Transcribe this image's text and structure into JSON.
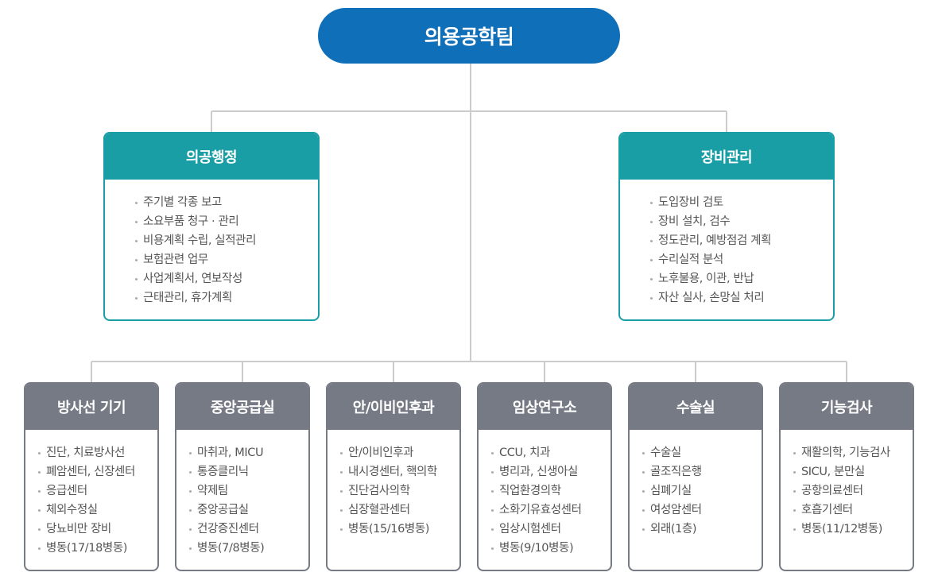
{
  "root": {
    "label": "의용공학팀"
  },
  "mid_units": [
    {
      "title": "의공행정",
      "items": [
        "주기별 각종 보고",
        "소요부품 청구 · 관리",
        "비용계획 수립, 실적관리",
        "보험관련 업무",
        "사업계획서, 연보작성",
        "근태관리, 휴가계획"
      ]
    },
    {
      "title": "장비관리",
      "items": [
        "도입장비 검토",
        "장비 설치, 검수",
        "정도관리, 예방점검 계획",
        "수리실적 분석",
        "노후불용, 이관, 반납",
        "자산 실사, 손망실 처리"
      ]
    }
  ],
  "bottom_units": [
    {
      "title": "방사선 기기",
      "items": [
        "진단, 치료방사선",
        "폐암센터, 신장센터",
        "응급센터",
        "체외수정실",
        "당뇨비만 장비",
        "병동(17/18병동)"
      ]
    },
    {
      "title": "중앙공급실",
      "items": [
        "마취과, MICU",
        "통증클리닉",
        "약제팀",
        "중앙공급실",
        "건강증진센터",
        "병동(7/8병동)"
      ]
    },
    {
      "title": "안/이비인후과",
      "items": [
        "안/이비인후과",
        "내시경센터, 핵의학",
        "진단검사의학",
        "심장혈관센터",
        "병동(15/16병동)"
      ]
    },
    {
      "title": "임상연구소",
      "items": [
        "CCU, 치과",
        "병리과, 신생아실",
        "직업환경의학",
        "소화기유효성센터",
        "임상시험센터",
        "병동(9/10병동)"
      ]
    },
    {
      "title": "수술실",
      "items": [
        "수술실",
        "골조직은행",
        "심폐기실",
        "여성암센터",
        "외래(1층)"
      ]
    },
    {
      "title": "기능검사",
      "items": [
        "재활의학, 기능검사",
        "SICU, 분만실",
        "공항의료센터",
        "호흡기센터",
        "병동(11/12병동)"
      ]
    }
  ],
  "colors": {
    "root": "#0f6fb8",
    "mid": "#1a9ea6",
    "bottom": "#757a84",
    "connector": "#cccccc"
  }
}
